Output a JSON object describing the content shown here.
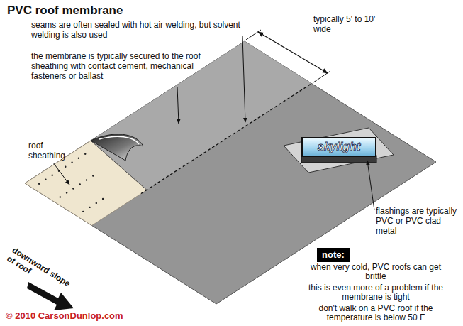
{
  "diagram": {
    "title": "PVC roof membrane",
    "nodes": [
      {
        "text": [
          "skylight"
        ]
      },
      {
        "text": [
          "note:"
        ]
      }
    ],
    "labels": [
      "seams are often sealed with hot air welding, but solvent welding is also used",
      "the membrane is typically secured to the roof sheathing with contact cement, mechanical fasteners or ballast",
      "roof sheathing",
      "typically 5' to 10' wide",
      "flashings are typically PVC or PVC clad metal",
      "when very cold, PVC roofs can get brittle",
      "this is even more of a problem if the membrane is tight",
      "don't walk on a PVC roof if the temperature is below 50 F",
      "downward slope of roof",
      "© 2010 CarsonDunlop.com"
    ]
  }
}
